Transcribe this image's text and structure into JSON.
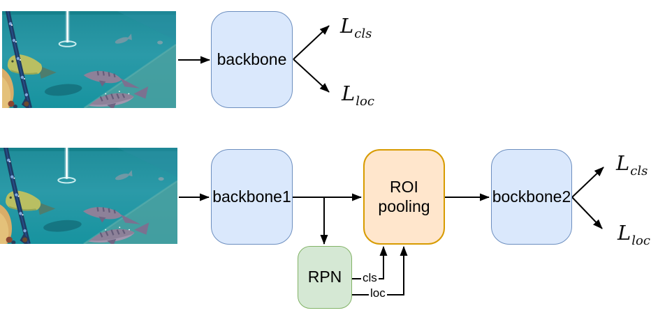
{
  "figure": {
    "stage1": {
      "backbone_label": "backbone",
      "loss_top": {
        "base": "L",
        "sub": "cls"
      },
      "loss_bottom": {
        "base": "L",
        "sub": "loc"
      }
    },
    "stage2": {
      "backbone1_label": "backbone1",
      "roi_label": {
        "line1": "ROI",
        "line2": "pooling"
      },
      "rpn_label": "RPN",
      "rpn_cls_label": "cls",
      "rpn_loc_label": "loc",
      "backbone2_label": "bockbone2",
      "loss_top": {
        "base": "L",
        "sub": "cls"
      },
      "loss_bottom": {
        "base": "L",
        "sub": "loc"
      }
    },
    "images": {
      "scene_name": "underwater-fishing-scene"
    }
  },
  "colors": {
    "node_blue_fill": "#dae8fc",
    "node_blue_border": "#6c8ebf",
    "node_green_fill": "#d5e8d4",
    "node_green_border": "#82b366",
    "node_orange_fill": "#ffe6cc",
    "node_orange_border": "#d79b00",
    "connector": "#000000",
    "background": "#ffffff"
  }
}
